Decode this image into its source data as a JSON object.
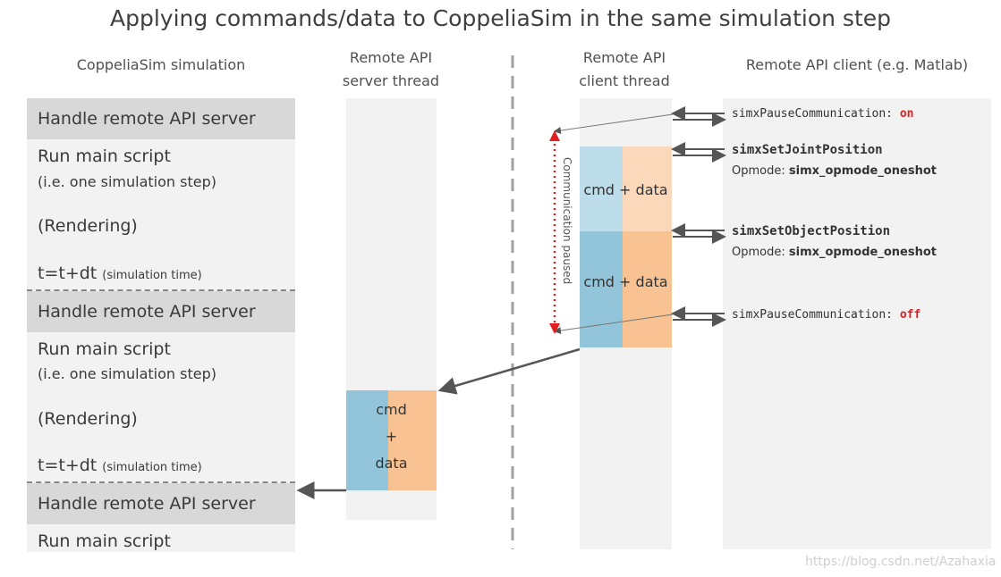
{
  "title": "Applying commands/data to CoppeliaSim in the same simulation step",
  "columns": {
    "sim": "CoppeliaSim simulation",
    "server_l1": "Remote API",
    "server_l2": "server thread",
    "client_l1": "Remote API",
    "client_l2": "client thread",
    "remote": "Remote API client (e.g. Matlab)"
  },
  "sim": {
    "handle": "Handle remote API server",
    "run": "Run main script",
    "onestep": "(i.e. one simulation step)",
    "rendering": "(Rendering)",
    "time": "t=t+dt",
    "time_note": "(simulation time)",
    "run_last": "Run main script"
  },
  "blocks": {
    "cmd_data": "cmd + data",
    "cmd": "cmd",
    "plus": "+",
    "data": "data"
  },
  "paused_label": "Communication paused",
  "client": {
    "pause_cmd": "simxPauseCommunication:",
    "on": "on",
    "off": "off",
    "joint": "simxSetJointPosition",
    "object": "simxSetObjectPosition",
    "opmode_label": "Opmode:",
    "opmode_value": "simx_opmode_oneshot"
  },
  "watermark": "https://blog.csdn.net/Azahaxia",
  "colors": {
    "column_bg": "#f2f2f2",
    "header_bg": "#d8d8d8",
    "cmd_blue": "#92c5da",
    "data_orange": "#f8c292",
    "cmd_blue_light": "#bcdde9",
    "data_orange_light": "#fbd8b9",
    "accent_red": "#e02020"
  }
}
